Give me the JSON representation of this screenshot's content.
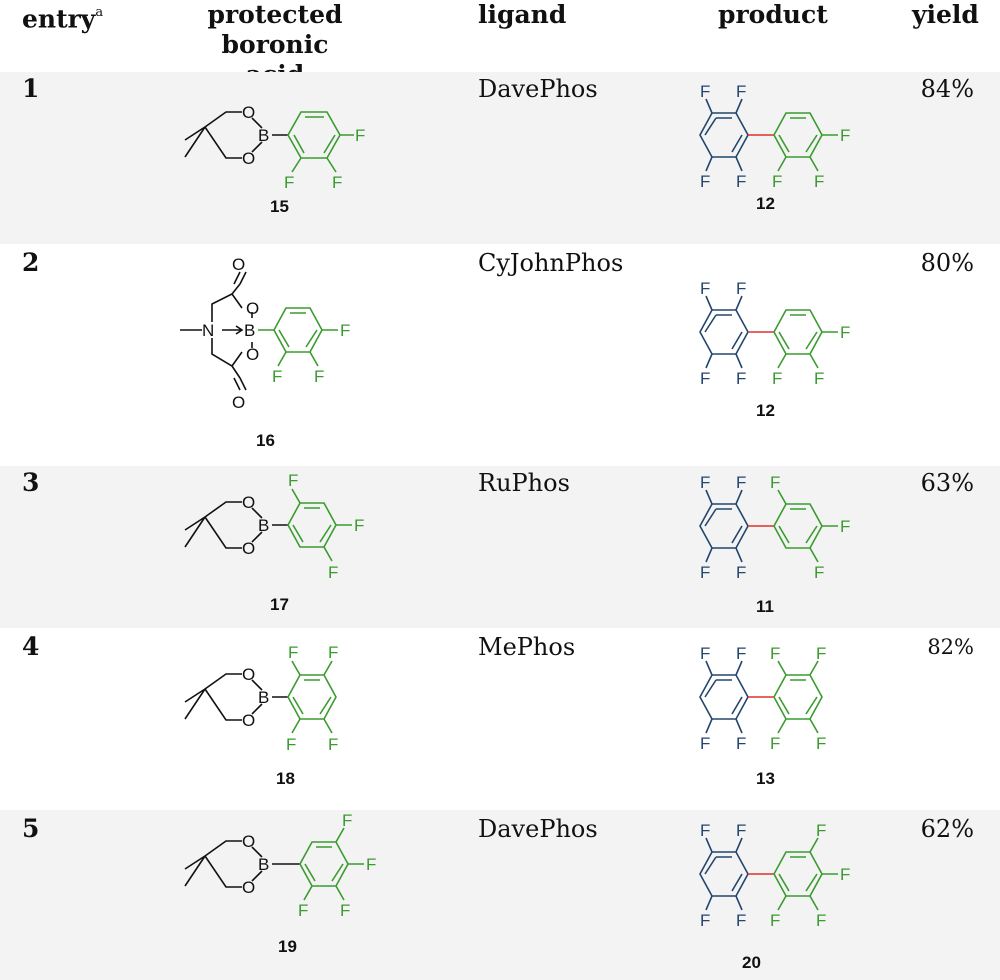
{
  "header": {
    "entry": "entry",
    "entry_sup": "a",
    "boronic_line1": "protected boronic",
    "boronic_line2": "acid",
    "ligand": "ligand",
    "product": "product",
    "yield": "yield"
  },
  "rows": [
    {
      "entry": "1",
      "ligand": "DavePhos",
      "yield": "84%",
      "compound": "15",
      "product": "12"
    },
    {
      "entry": "2",
      "ligand": "CyJohnPhos",
      "yield": "80%",
      "compound": "16",
      "product": "12"
    },
    {
      "entry": "3",
      "ligand": "RuPhos",
      "yield": "63%",
      "compound": "17",
      "product": "11"
    },
    {
      "entry": "4",
      "ligand": "MePhos",
      "yield": "82%",
      "compound": "18",
      "product": "13"
    },
    {
      "entry": "5",
      "ligand": "DavePhos",
      "yield": "62%",
      "compound": "19",
      "product": "20"
    }
  ],
  "atoms": {
    "F": "F",
    "O": "O",
    "B": "B",
    "N": "N"
  },
  "colors": {
    "boronic_aryl": "#3a9b2f",
    "product_aryl": "#23466d",
    "new_bond": "#e0312b",
    "shading": "#f3f3f3"
  }
}
